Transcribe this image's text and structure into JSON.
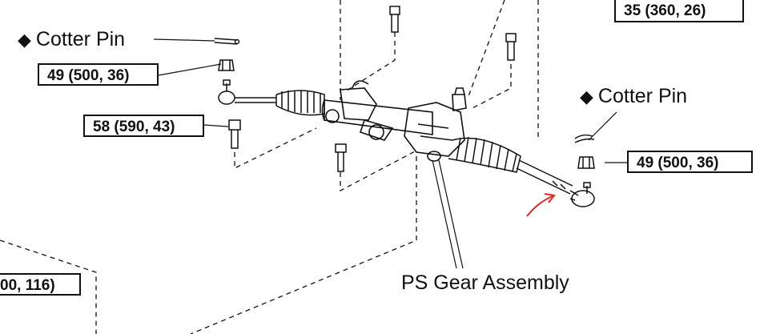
{
  "labels": {
    "cotter_pin_left": "Cotter Pin",
    "cotter_pin_right": "Cotter Pin",
    "ps_gear_assembly": "PS Gear Assembly",
    "marker": "◆"
  },
  "torque_boxes": {
    "top_right": "35 (360, 26)",
    "left_nut": "49 (500, 36)",
    "left_bolt": "58 (590, 43)",
    "right_nut": "49 (500, 36)",
    "bottom_left_partial": "00, 116)"
  },
  "colors": {
    "line": "#111111",
    "annotation_arrow": "#e0291f"
  }
}
